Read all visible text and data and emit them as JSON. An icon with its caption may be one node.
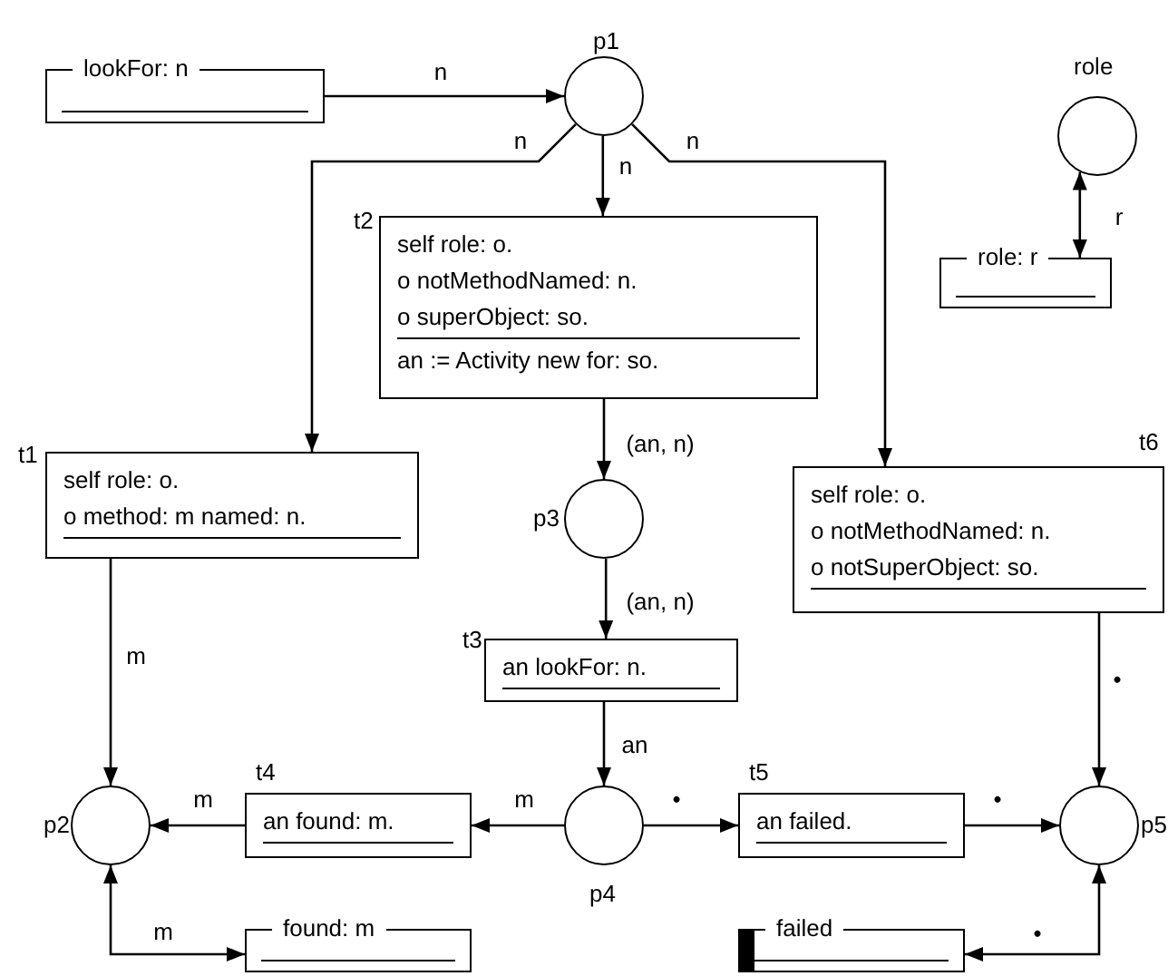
{
  "diagram": {
    "nodes": [
      {
        "text": [
          "lookFor: n"
        ]
      },
      {
        "text": [],
        "shape": "circle",
        "beside": [
          "p1"
        ]
      },
      {
        "text": [],
        "shape": "circle",
        "beside": [
          "role"
        ]
      },
      {
        "text": [
          "role: r"
        ]
      },
      {
        "text": [
          "self role: o.",
          "o notMethodNamed: n.",
          "o superObject: so.",
          "an := Activity new for: so."
        ],
        "beside": [
          "t2"
        ]
      },
      {
        "text": [
          "self role: o.",
          "o method: m named: n."
        ],
        "beside": [
          "t1"
        ]
      },
      {
        "text": [],
        "shape": "circle",
        "beside": [
          "p3"
        ]
      },
      {
        "text": [
          "self role: o.",
          "o notMethodNamed: n.",
          "o notSuperObject: so."
        ],
        "beside": [
          "t6"
        ]
      },
      {
        "text": [
          "an lookFor: n."
        ],
        "beside": [
          "t3"
        ]
      },
      {
        "text": [],
        "shape": "circle",
        "beside": [
          "p2"
        ]
      },
      {
        "text": [
          "an found: m."
        ],
        "beside": [
          "t4"
        ]
      },
      {
        "text": [],
        "shape": "circle",
        "beside": [
          "p4"
        ]
      },
      {
        "text": [
          "an failed."
        ],
        "beside": [
          "t5"
        ]
      },
      {
        "text": [],
        "shape": "circle",
        "beside": [
          "p5"
        ]
      },
      {
        "text": [
          "found: m"
        ]
      },
      {
        "text": [
          "failed"
        ]
      }
    ],
    "edges": [
      {
        "from": 0,
        "to": 1,
        "arrow": "to",
        "label": "n"
      },
      {
        "from": 1,
        "to": 5,
        "arrow": "to",
        "label": "n"
      },
      {
        "from": 1,
        "to": 4,
        "arrow": "to",
        "label": "n"
      },
      {
        "from": 1,
        "to": 7,
        "arrow": "to",
        "label": "n"
      },
      {
        "from": 4,
        "to": 6,
        "arrow": "to",
        "label": "(an, n)"
      },
      {
        "from": 6,
        "to": 8,
        "arrow": "to",
        "label": "(an, n)"
      },
      {
        "from": 8,
        "to": 11,
        "arrow": "to",
        "label": "an"
      },
      {
        "from": 5,
        "to": 9,
        "arrow": "to",
        "label": "m"
      },
      {
        "from": 11,
        "to": 10,
        "arrow": "to",
        "label": "m"
      },
      {
        "from": 10,
        "to": 9,
        "arrow": "to",
        "label": "m"
      },
      {
        "from": 11,
        "to": 12,
        "arrow": "to",
        "label": "•"
      },
      {
        "from": 12,
        "to": 13,
        "arrow": "to",
        "label": "•"
      },
      {
        "from": 7,
        "to": 13,
        "arrow": "to",
        "label": "•"
      },
      {
        "from": 9,
        "to": 14,
        "arrow": "both",
        "label": "m"
      },
      {
        "from": 13,
        "to": 15,
        "arrow": "both",
        "label": "•"
      },
      {
        "from": 2,
        "to": 3,
        "arrow": "both",
        "label": "r"
      }
    ]
  }
}
